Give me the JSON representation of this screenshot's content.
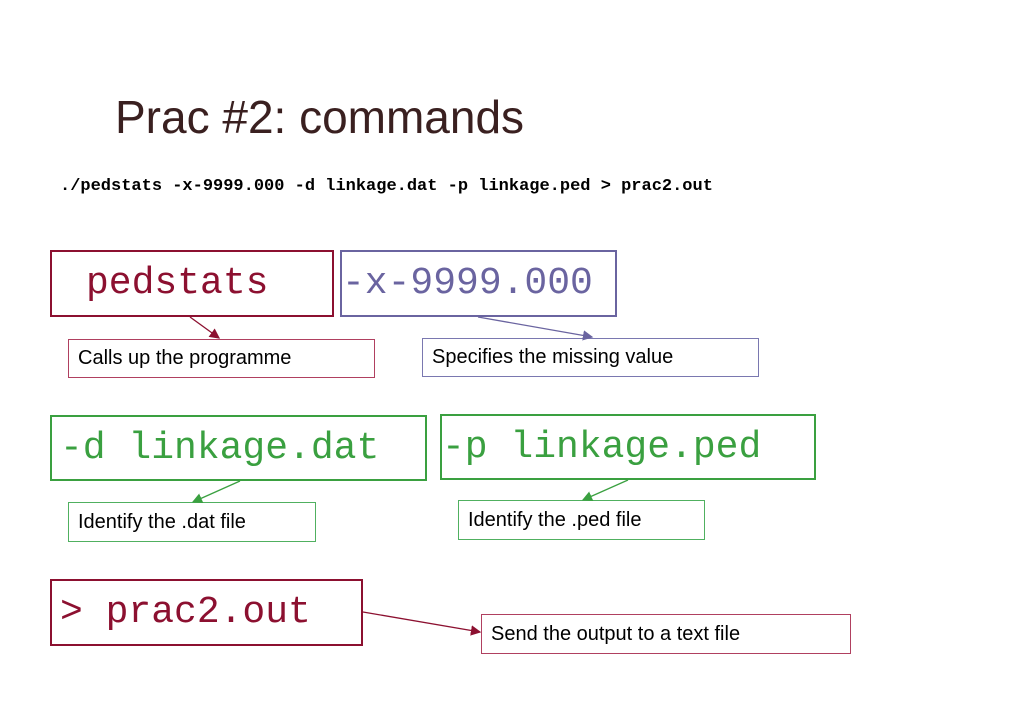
{
  "slide": {
    "title": "Prac #2: commands",
    "command_line": "./pedstats -x-9999.000 -d linkage.dat -p linkage.ped > prac2.out"
  },
  "tokens": {
    "pedstats": "pedstats",
    "missing": "-x-9999.000",
    "dat": "-d linkage.dat",
    "ped": "-p linkage.ped",
    "out": "> prac2.out"
  },
  "notes": {
    "pedstats": "Calls up the programme",
    "missing": "Specifies the missing value",
    "dat": "Identify the .dat file",
    "ped": "Identify the .ped file",
    "out": "Send the output to a text file"
  },
  "colors": {
    "red": "#8c1030",
    "blue": "#6a64a0",
    "green": "#3aa040"
  }
}
